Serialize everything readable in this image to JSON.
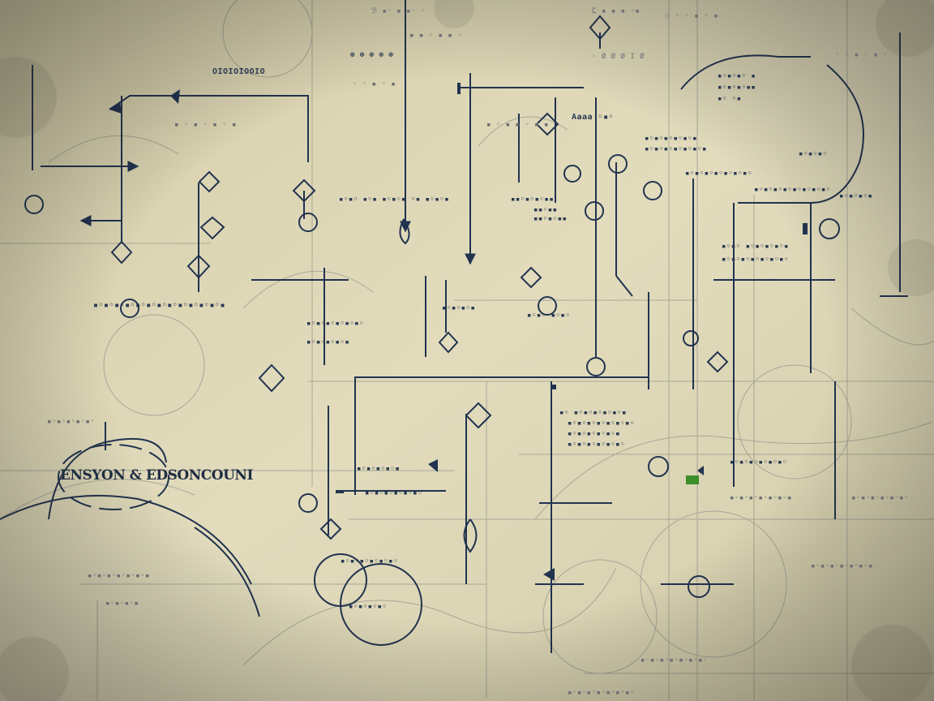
{
  "title_label": "ENSYON & EDSONCOUNI",
  "labels": [
    {
      "id": "top-a",
      "text": "OIOIOIOOIO"
    },
    {
      "id": "top-b",
      "text": "ℬ ▪◦ ▪ ▪◦ ◦"
    },
    {
      "id": "top-c",
      "text": "ⵎ ▪ ▪ ▪ ◦▪"
    },
    {
      "id": "top-d",
      "text": "⬦ ◦ ◦ ▪ ◦ ▪"
    },
    {
      "id": "top-e",
      "text": "⊕ ⊕ ⊕ ⊕ ⊕"
    },
    {
      "id": "top-f",
      "text": "▪ ▪ ◦ ▪ ▪ ◦"
    },
    {
      "id": "top-g",
      "text": "◦ ◦ ▪ ◦ ▪"
    },
    {
      "id": "top-h",
      "text": "◦ ◦ ▪ ◦ ▪ ◦"
    },
    {
      "id": "top-i",
      "text": "◦ Ø Ø Ø I Ø"
    },
    {
      "id": "ul-1",
      "text": "▪ ◦ ▪ ◦ ▪ ◦ ▪"
    },
    {
      "id": "um-1",
      "text": "Aaaa ◦▪◦"
    },
    {
      "id": "um-2",
      "text": "▪ ◦ ▪ ▪ ◦ ▪ ▪"
    },
    {
      "id": "um-3",
      "text": "▪◦▪◦ ▪◦▪ ▪◦▪◦▪ ◦▪ ▪◦▪◦▪"
    },
    {
      "id": "um-4",
      "text": "▪▪◦▪◦▪◦▪▪"
    },
    {
      "id": "um-5",
      "text": "▪▪◦▪▪"
    },
    {
      "id": "um-6",
      "text": "▪▪◦▪◦▪▪"
    },
    {
      "id": "ur-1",
      "text": "▪◦▪◦▪◦ ▪"
    },
    {
      "id": "ur-2",
      "text": "▪◦▪◦▪◦▪▪"
    },
    {
      "id": "ur-3",
      "text": "▪◦ ◦▪"
    },
    {
      "id": "ur-4",
      "text": "▪◦▪◦▪◦▪◦▪◦▪"
    },
    {
      "id": "ur-5",
      "text": "▪◦▪◦▪◦▪◦▪◦▪◦▪"
    },
    {
      "id": "ur-6",
      "text": "▪◦▪◦▪◦▪◦▪◦▪◦▪◦"
    },
    {
      "id": "ur-7",
      "text": "▪◦▪◦▪◦▪◦▪◦▪◦▪◦▪◦"
    },
    {
      "id": "ur-8",
      "text": "▪◦▪◦▪◦"
    },
    {
      "id": "ur-9",
      "text": "▪◦▪◦▪◦▪"
    },
    {
      "id": "ml-1",
      "text": "▪◦▪◦▪◦▪◦▪◦▪◦▪◦▪◦▪◦▪◦▪◦▪◦▪"
    },
    {
      "id": "ml-2",
      "text": "▪◦▪◦▪◦▪◦▪◦▪◦"
    },
    {
      "id": "ml-3",
      "text": "▪◦▪◦▪◦▪◦▪"
    },
    {
      "id": "mm-1",
      "text": "▪◦▪◦▪◦▪"
    },
    {
      "id": "mm-2",
      "text": "▪◦▪◦ ▪◦▪◦"
    },
    {
      "id": "mc-1",
      "text": "▪◦ ▪◦▪◦▪◦▪◦▪◦▪"
    },
    {
      "id": "mc-2",
      "text": "▪◦▪◦▪◦▪◦▪◦▪◦▪◦"
    },
    {
      "id": "mc-3",
      "text": "▪◦▪◦▪◦▪◦▪◦▪"
    },
    {
      "id": "mc-4",
      "text": "▪◦▪◦▪◦▪◦▪◦▪◦"
    },
    {
      "id": "mc-5",
      "text": "▪◦▪◦▪◦▪◦▪"
    },
    {
      "id": "mr-1",
      "text": "▪◦▪◦ ▪◦▪◦▪◦▪◦▪"
    },
    {
      "id": "mr-2",
      "text": "▪◦▪◦▪◦▪◦▪◦▪◦▪◦"
    },
    {
      "id": "ll-1",
      "text": "▪◦▪◦▪◦▪◦▪◦"
    },
    {
      "id": "ll-2",
      "text": "▪◦▪◦▪◦▪◦▪◦▪◦▪"
    },
    {
      "id": "lm-1",
      "text": "▪◦▪◦▪◦▪◦▪◦▪◦"
    },
    {
      "id": "lm-2",
      "text": "▪◦▪◦▪◦▪◦▪◦▪◦"
    },
    {
      "id": "lm-3",
      "text": "▪◦▪◦▪◦▪◦"
    },
    {
      "id": "lm-4",
      "text": "▪◦▪◦▪◦▪"
    },
    {
      "id": "lr-1",
      "text": "▪◦▪◦▪◦▪◦▪◦▪◦"
    },
    {
      "id": "lr-2",
      "text": "▪◦▪◦▪◦▪◦▪◦▪◦▪"
    },
    {
      "id": "lr-3",
      "text": "▪◦▪◦▪◦▪◦▪◦▪◦▪"
    },
    {
      "id": "lr-4",
      "text": "▪◦▪◦▪◦▪◦▪◦▪◦▪◦"
    },
    {
      "id": "lr-5",
      "text": "▪◦▪◦▪◦▪◦▪◦▪◦"
    },
    {
      "id": "bt-1",
      "text": "▪◦▪◦▪◦▪◦▪◦▪◦▪◦"
    }
  ],
  "colors": {
    "paper": "#ddd7b3",
    "paper_dark": "#b9b394",
    "ink": "#223350",
    "ink_faint": "#8a8c88",
    "accent_green": "#3c8f2a"
  }
}
